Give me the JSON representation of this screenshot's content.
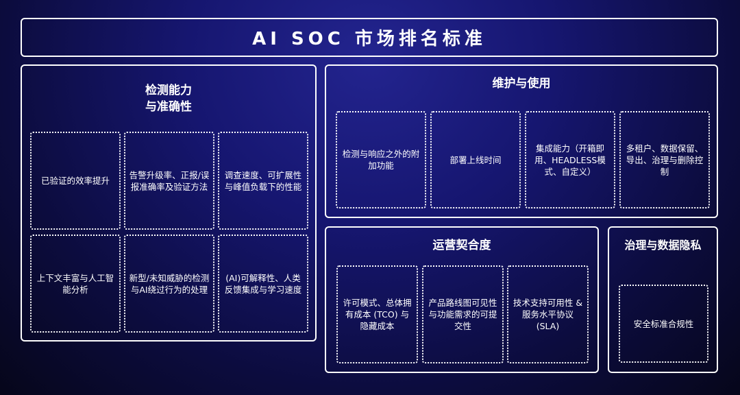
{
  "title": "AI SOC 市场排名标准",
  "panels": {
    "detection": {
      "title": "检测能力\n与准确性",
      "cards": [
        "已验证的效率提升",
        "告警升级率、正报/误报准确率及验证方法",
        "调查速度、可扩展性与峰值负载下的性能",
        "上下文丰富与人工智能分析",
        "新型/未知威胁的检测与AI绕过行为的处理",
        "(AI)可解释性、人类反馈集成与学习速度"
      ]
    },
    "maintenance": {
      "title": "维护与使用",
      "cards": [
        "检测与响应之外的附加功能",
        "部署上线时间",
        "集成能力（开箱即用、HEADLESS模式、自定义）",
        "多租户、数据保留、导出、治理与删除控制"
      ]
    },
    "operations": {
      "title": "运营契合度",
      "cards": [
        "许可模式、总体拥有成本 (TCO) 与隐藏成本",
        "产品路线图可见性与功能需求的可提交性",
        "技术支持可用性 & 服务水平协议 (SLA)"
      ]
    },
    "governance": {
      "title": "治理与数据隐私",
      "cards": [
        "安全标准合规性"
      ]
    }
  }
}
